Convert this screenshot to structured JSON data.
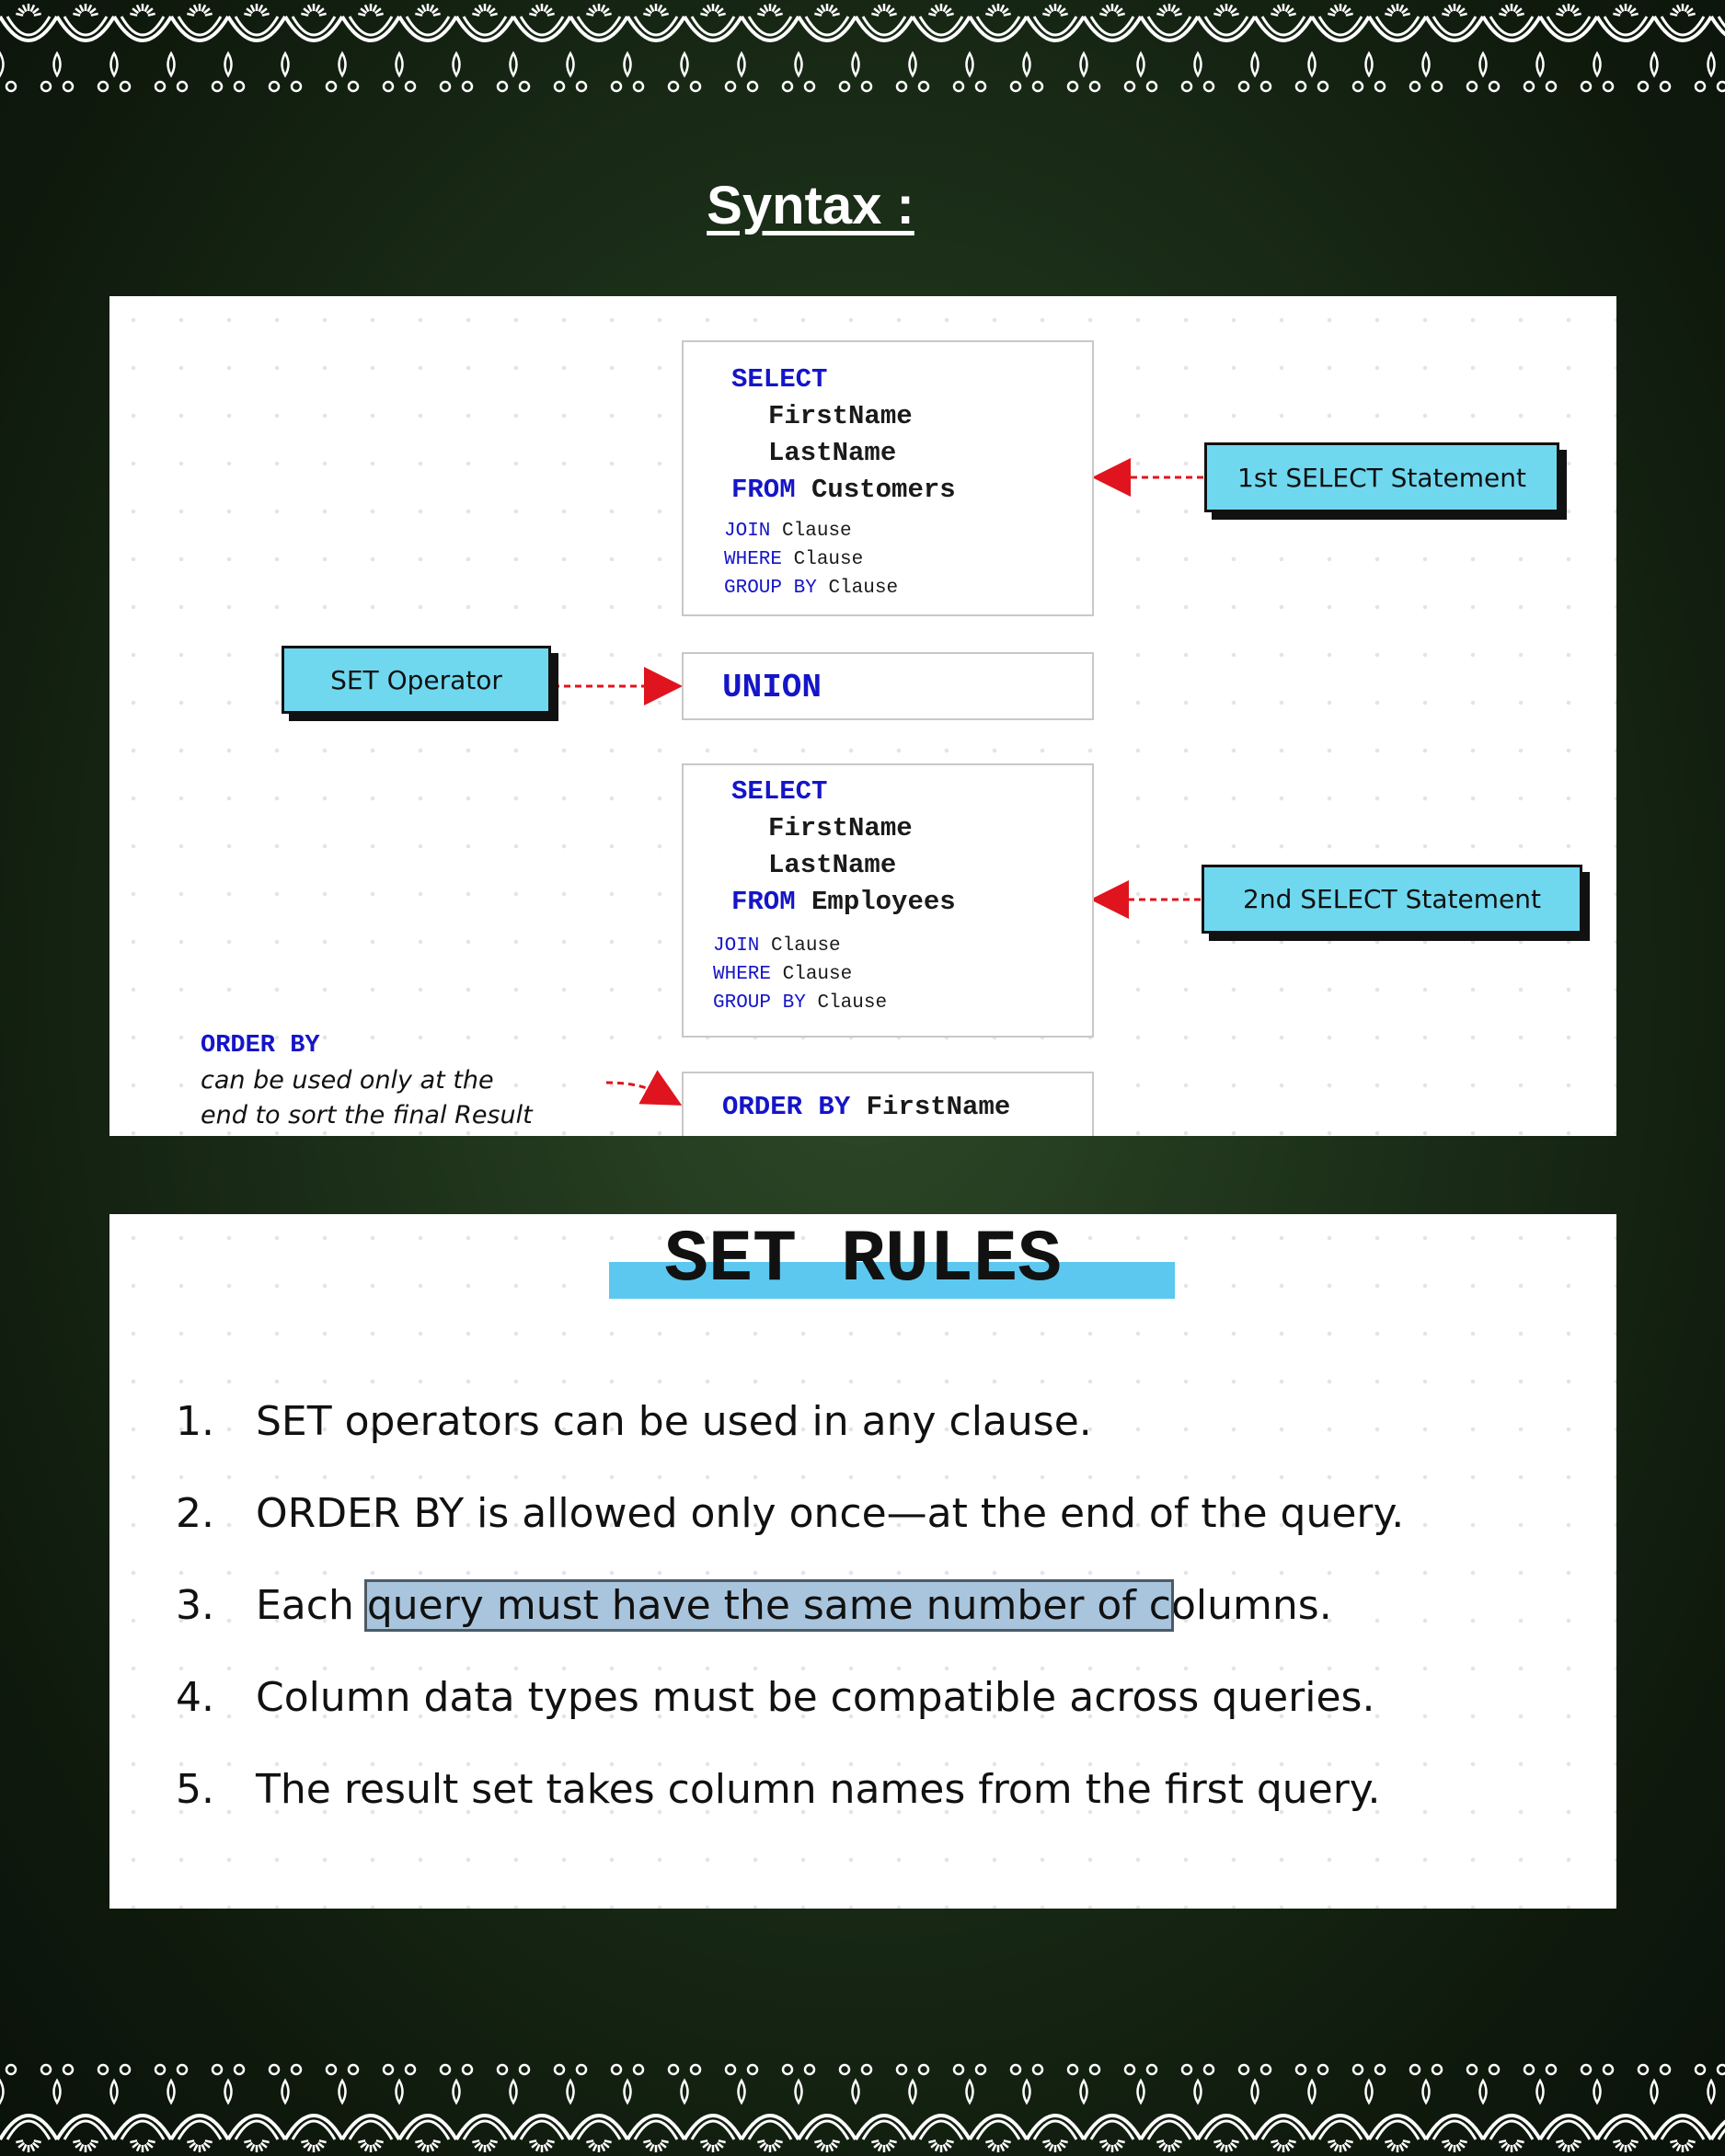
{
  "heading": "Syntax :",
  "syntax_diagram": {
    "query1": {
      "select_kw": "SELECT",
      "col1": "FirstName",
      "col2": "LastName",
      "from_kw": "FROM",
      "table": "Customers",
      "join_kw": "JOIN",
      "where_kw": "WHERE",
      "group_kw": "GROUP BY",
      "clause_word": "Clause"
    },
    "operator": "UNION",
    "query2": {
      "select_kw": "SELECT",
      "col1": "FirstName",
      "col2": "LastName",
      "from_kw": "FROM",
      "table": "Employees",
      "join_kw": "JOIN",
      "where_kw": "WHERE",
      "group_kw": "GROUP BY",
      "clause_word": "Clause"
    },
    "order_by": {
      "kw": "ORDER BY",
      "column": "FirstName"
    },
    "callouts": {
      "first": "1st SELECT Statement",
      "set_operator": "SET Operator",
      "second": "2nd SELECT Statement"
    },
    "note": {
      "keyword": "ORDER BY",
      "line1": "can be used only at the",
      "line2": "end to sort the final Result"
    },
    "colors": {
      "keyword": "#1515c8",
      "callout_fill": "#6fd8ef",
      "arrow": "#e0141e"
    }
  },
  "set_rules": {
    "title": "SET RULES",
    "items": [
      {
        "num": "1.",
        "text": "SET operators can be used in any clause."
      },
      {
        "num": "2.",
        "text": "ORDER BY is allowed only once—at the end of the query."
      },
      {
        "num": "3.",
        "pre": "Each ",
        "highlight": "query must have the same number of c",
        "post": "olumns."
      },
      {
        "num": "4.",
        "text": "Column data types must be compatible across queries."
      },
      {
        "num": "5.",
        "text": "The result set takes column names from the first query."
      }
    ],
    "colors": {
      "title_underline": "#5cc8ef",
      "highlight": "#a9c5dd"
    }
  }
}
